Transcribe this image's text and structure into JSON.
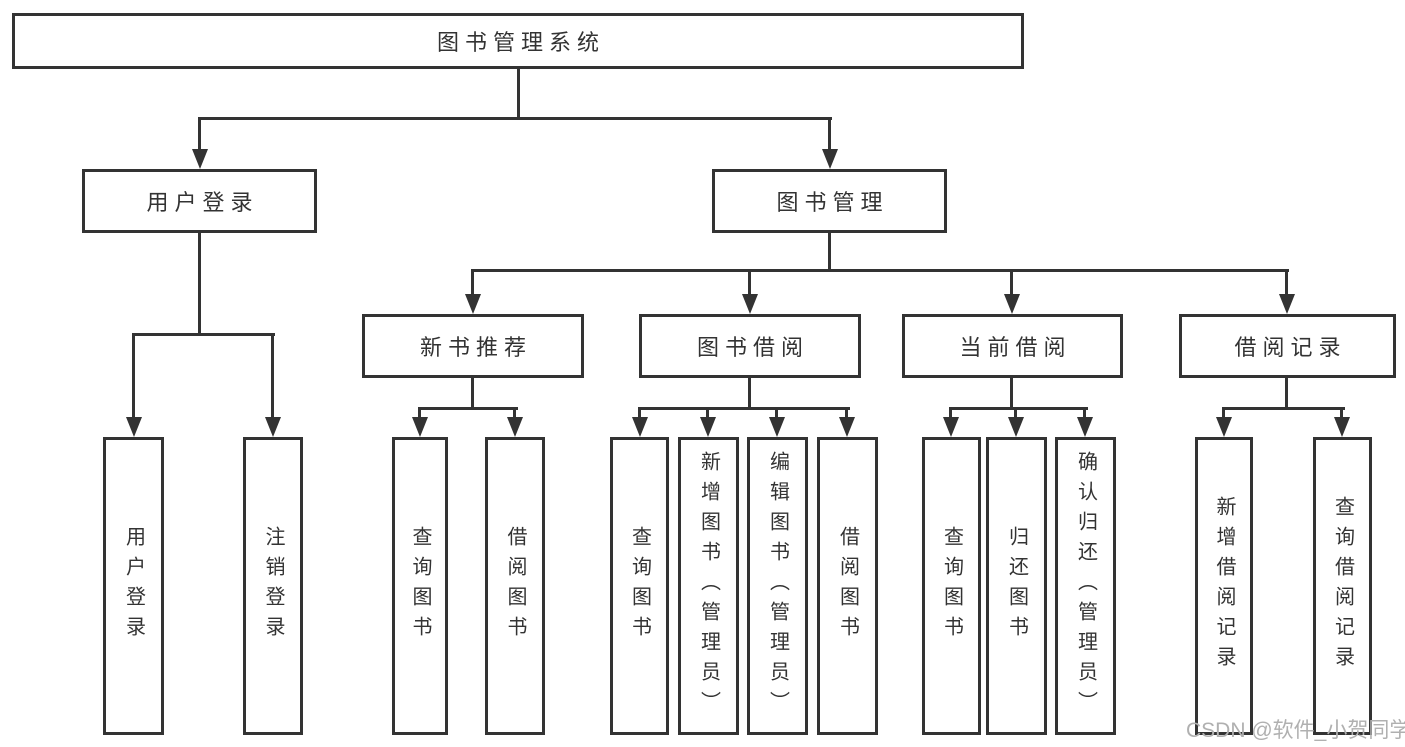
{
  "title": "图书管理系统",
  "watermark": "CSDN @软件_小贺同学",
  "colors": {
    "line": "#333333",
    "text": "#333333",
    "box_bg": "#ffffff",
    "watermark": "#b0b0b0"
  },
  "tree": {
    "root": {
      "label": "图书管理系统"
    },
    "branches": [
      {
        "label": "用户登录",
        "children": [
          {
            "label": "用户登录"
          },
          {
            "label": "注销登录"
          }
        ]
      },
      {
        "label": "图书管理",
        "children": [
          {
            "label": "新书推荐",
            "children": [
              {
                "label": "查询图书"
              },
              {
                "label": "借阅图书"
              }
            ]
          },
          {
            "label": "图书借阅",
            "children": [
              {
                "label": "查询图书"
              },
              {
                "label": "新增图书（管理员）"
              },
              {
                "label": "编辑图书（管理员）"
              },
              {
                "label": "借阅图书"
              }
            ]
          },
          {
            "label": "当前借阅",
            "children": [
              {
                "label": "查询图书"
              },
              {
                "label": "归还图书"
              },
              {
                "label": "确认归还（管理员）"
              }
            ]
          },
          {
            "label": "借阅记录",
            "children": [
              {
                "label": "新增借阅记录"
              },
              {
                "label": "查询借阅记录"
              }
            ]
          }
        ]
      }
    ]
  }
}
